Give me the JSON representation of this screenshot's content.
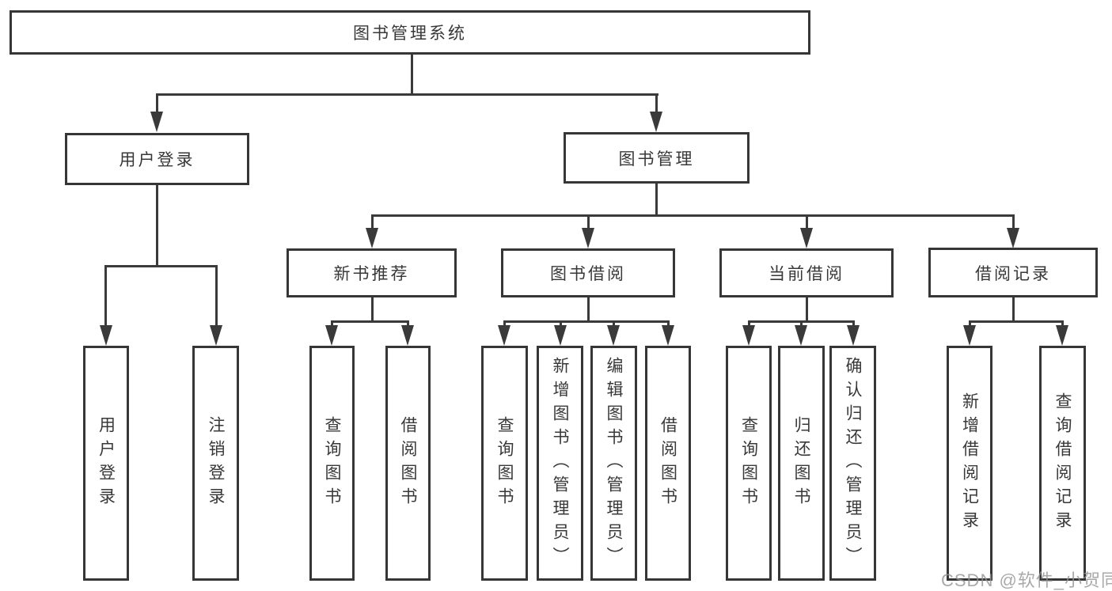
{
  "title": "图书管理系统",
  "watermark": "CSDN @软件_小贺同学",
  "colors": {
    "line": "#3a3a3a",
    "border": "#363636",
    "text": "#383838",
    "background": "#ffffff",
    "watermark": "#949494"
  },
  "branches": {
    "user_login": {
      "label": "用户登录",
      "children": [
        "用户登录",
        "注销登录"
      ]
    },
    "book_mgmt": {
      "label": "图书管理",
      "children": {
        "new_book_recommend": {
          "label": "新书推荐",
          "children": [
            "查询图书",
            "借阅图书"
          ]
        },
        "book_borrow": {
          "label": "图书借阅",
          "children": [
            "查询图书",
            "新增图书（管理员）",
            "编辑图书（管理员）",
            "借阅图书"
          ]
        },
        "current_borrow": {
          "label": "当前借阅",
          "children": [
            "查询图书",
            "归还图书",
            "确认归还（管理员）"
          ]
        },
        "borrow_record": {
          "label": "借阅记录",
          "children": [
            "新增借阅记录",
            "查询借阅记录"
          ]
        }
      }
    }
  }
}
